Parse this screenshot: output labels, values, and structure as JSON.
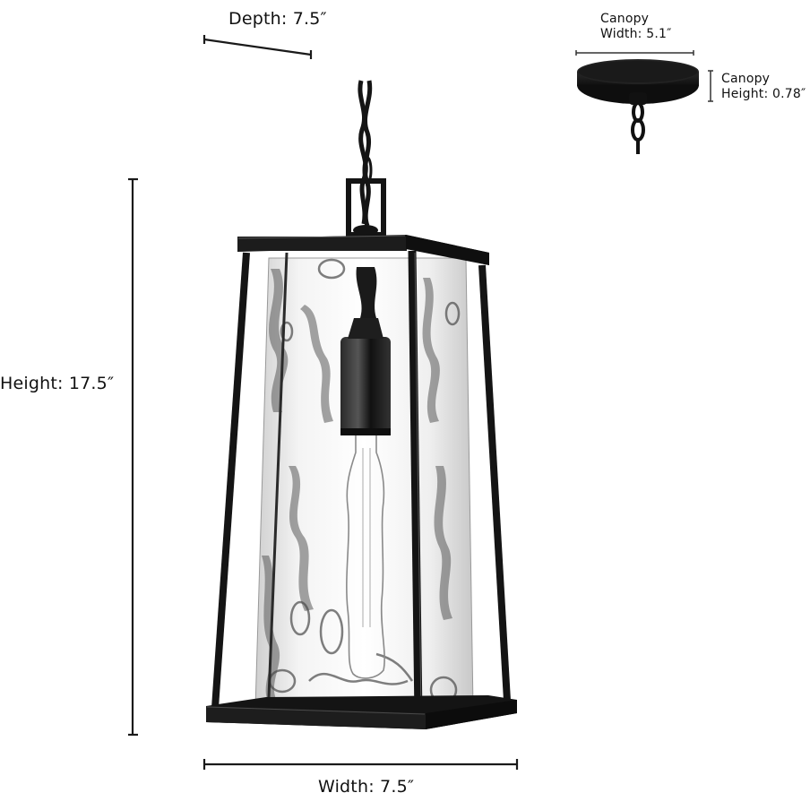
{
  "diagram": {
    "subject": "Pendant lantern light fixture with water glass shade",
    "colors": {
      "background": "#ffffff",
      "frame": "#141414",
      "dimension_line": "#1a1a1a",
      "glass_tint": "#e6e6e6",
      "glass_shadow": "#5a5a5a"
    },
    "dimensions": {
      "depth": {
        "label": "Depth: 7.5″",
        "value": 7.5,
        "unit": "in"
      },
      "height": {
        "label": "Height: 17.5″",
        "value": 17.5,
        "unit": "in"
      },
      "width": {
        "label": "Width: 7.5″",
        "value": 7.5,
        "unit": "in"
      },
      "canopy_width": {
        "line1": "Canopy",
        "line2": "Width: 5.1″",
        "value": 5.1,
        "unit": "in"
      },
      "canopy_height": {
        "line1": "Canopy",
        "line2": "Height: 0.78″",
        "value": 0.78,
        "unit": "in"
      }
    },
    "parts": [
      "chain",
      "canopy",
      "top-loop",
      "frame-top",
      "glass-shade",
      "socket",
      "bulb",
      "frame-posts",
      "frame-base"
    ]
  }
}
